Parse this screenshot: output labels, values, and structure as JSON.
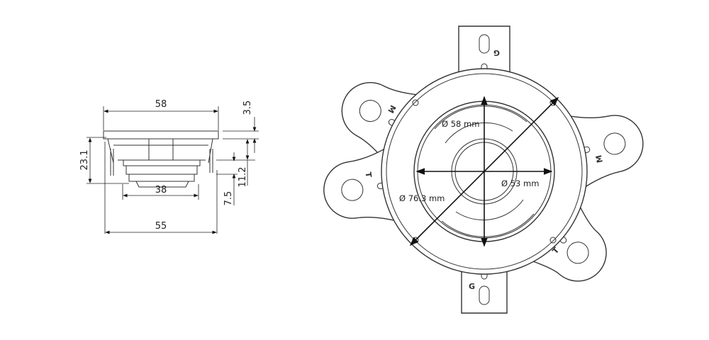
{
  "side_view": {
    "dims": {
      "top_width": "58",
      "flange_thickness": "3.5",
      "total_depth": "23.1",
      "terminal_depth": "11.2",
      "magnet_width": "38",
      "magnet_depth": "7.5",
      "cutout_width": "55"
    }
  },
  "front_view": {
    "dims": {
      "inner_diameter": "Ø 58 mm",
      "cone_diameter": "Ø 53 mm",
      "mount_diameter": "Ø 76.3 mm"
    },
    "markings": [
      "M",
      "T",
      "G",
      "T",
      "M",
      "G"
    ]
  },
  "colors": {
    "line": "#333333",
    "background": "#ffffff"
  }
}
